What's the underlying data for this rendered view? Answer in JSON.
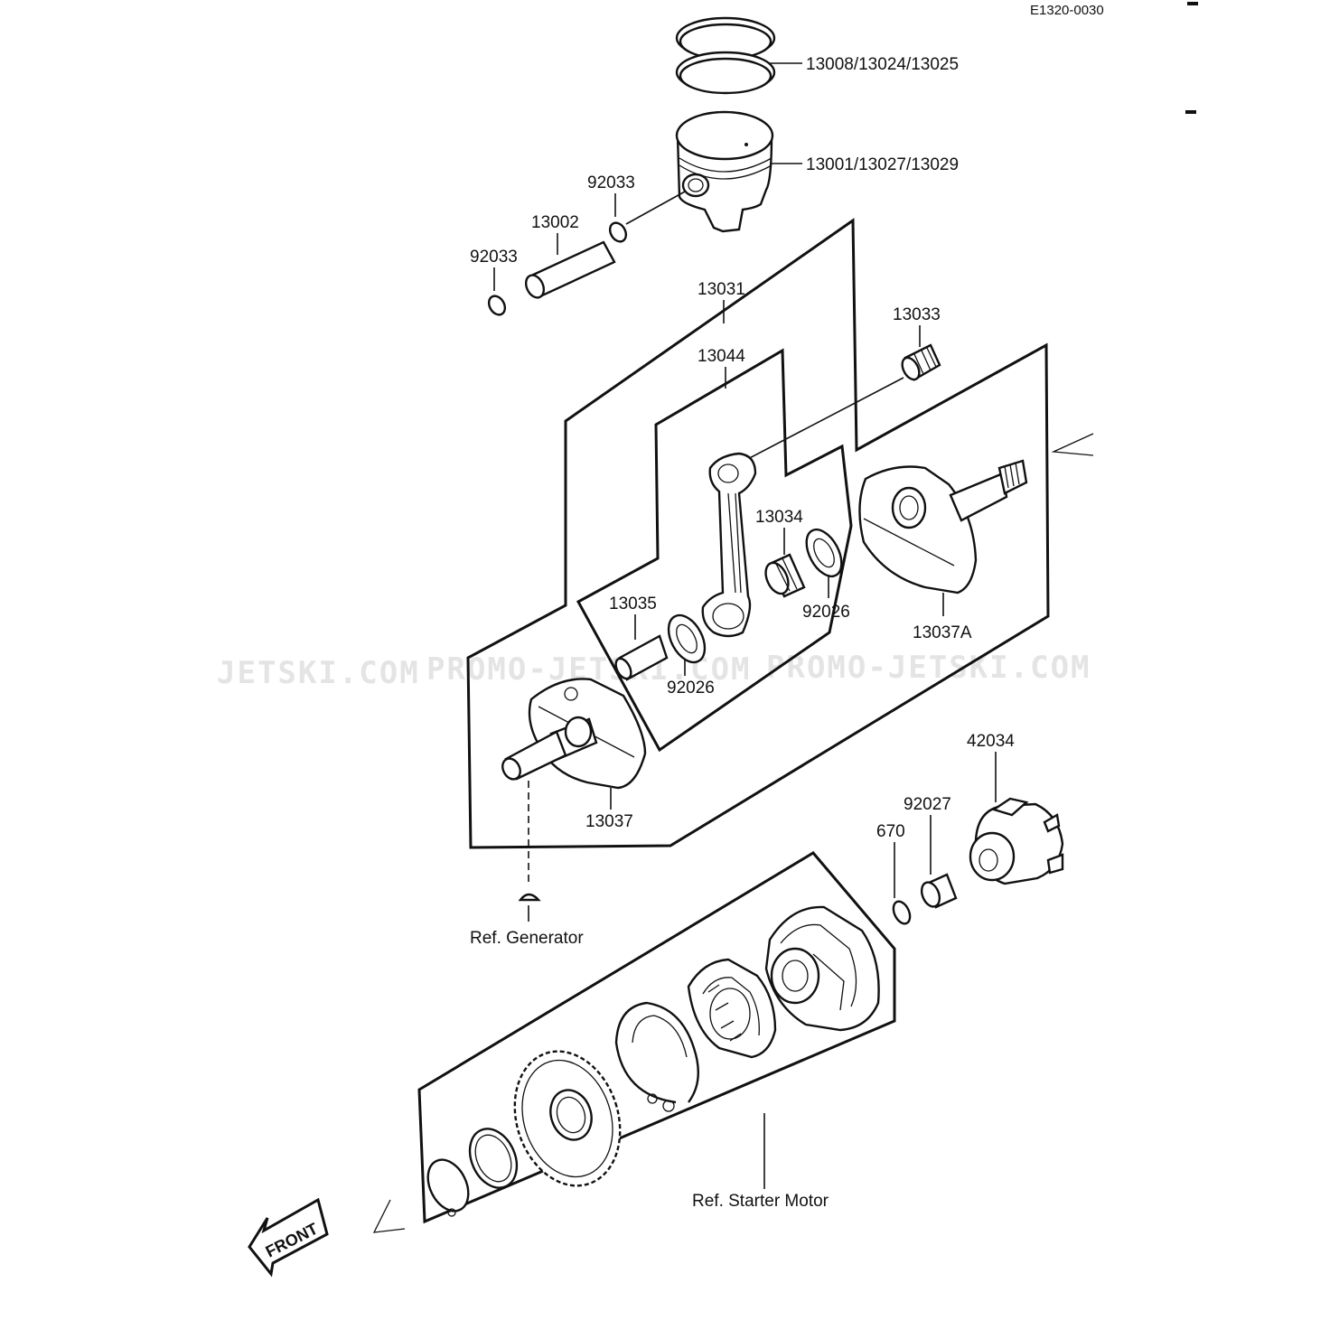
{
  "diagram_code": "E1320-0030",
  "watermarks": [
    "JETSKI.COM",
    "PROMO-JETSKI.COM",
    "PROMO-JETSKI.COM"
  ],
  "parts": {
    "piston_rings": "13008/13024/13025",
    "piston": "13001/13027/13029",
    "circlip_right": "92033",
    "piston_pin": "13002",
    "circlip_left": "92033",
    "crankshaft_assy": "13031",
    "conrod": "13044",
    "small_end_bearing": "13033",
    "big_end_bearing": "13034",
    "crank_pin": "13035",
    "thrust_washer_left": "92026",
    "thrust_washer_right": "92026",
    "crank_half_right": "13037A",
    "crank_half_left": "13037",
    "coupling": "42034",
    "bushing": "92027",
    "circlip_670": "670"
  },
  "references": {
    "generator": "Ref. Generator",
    "starter_motor": "Ref. Starter Motor"
  },
  "front_arrow_label": "FRONT"
}
